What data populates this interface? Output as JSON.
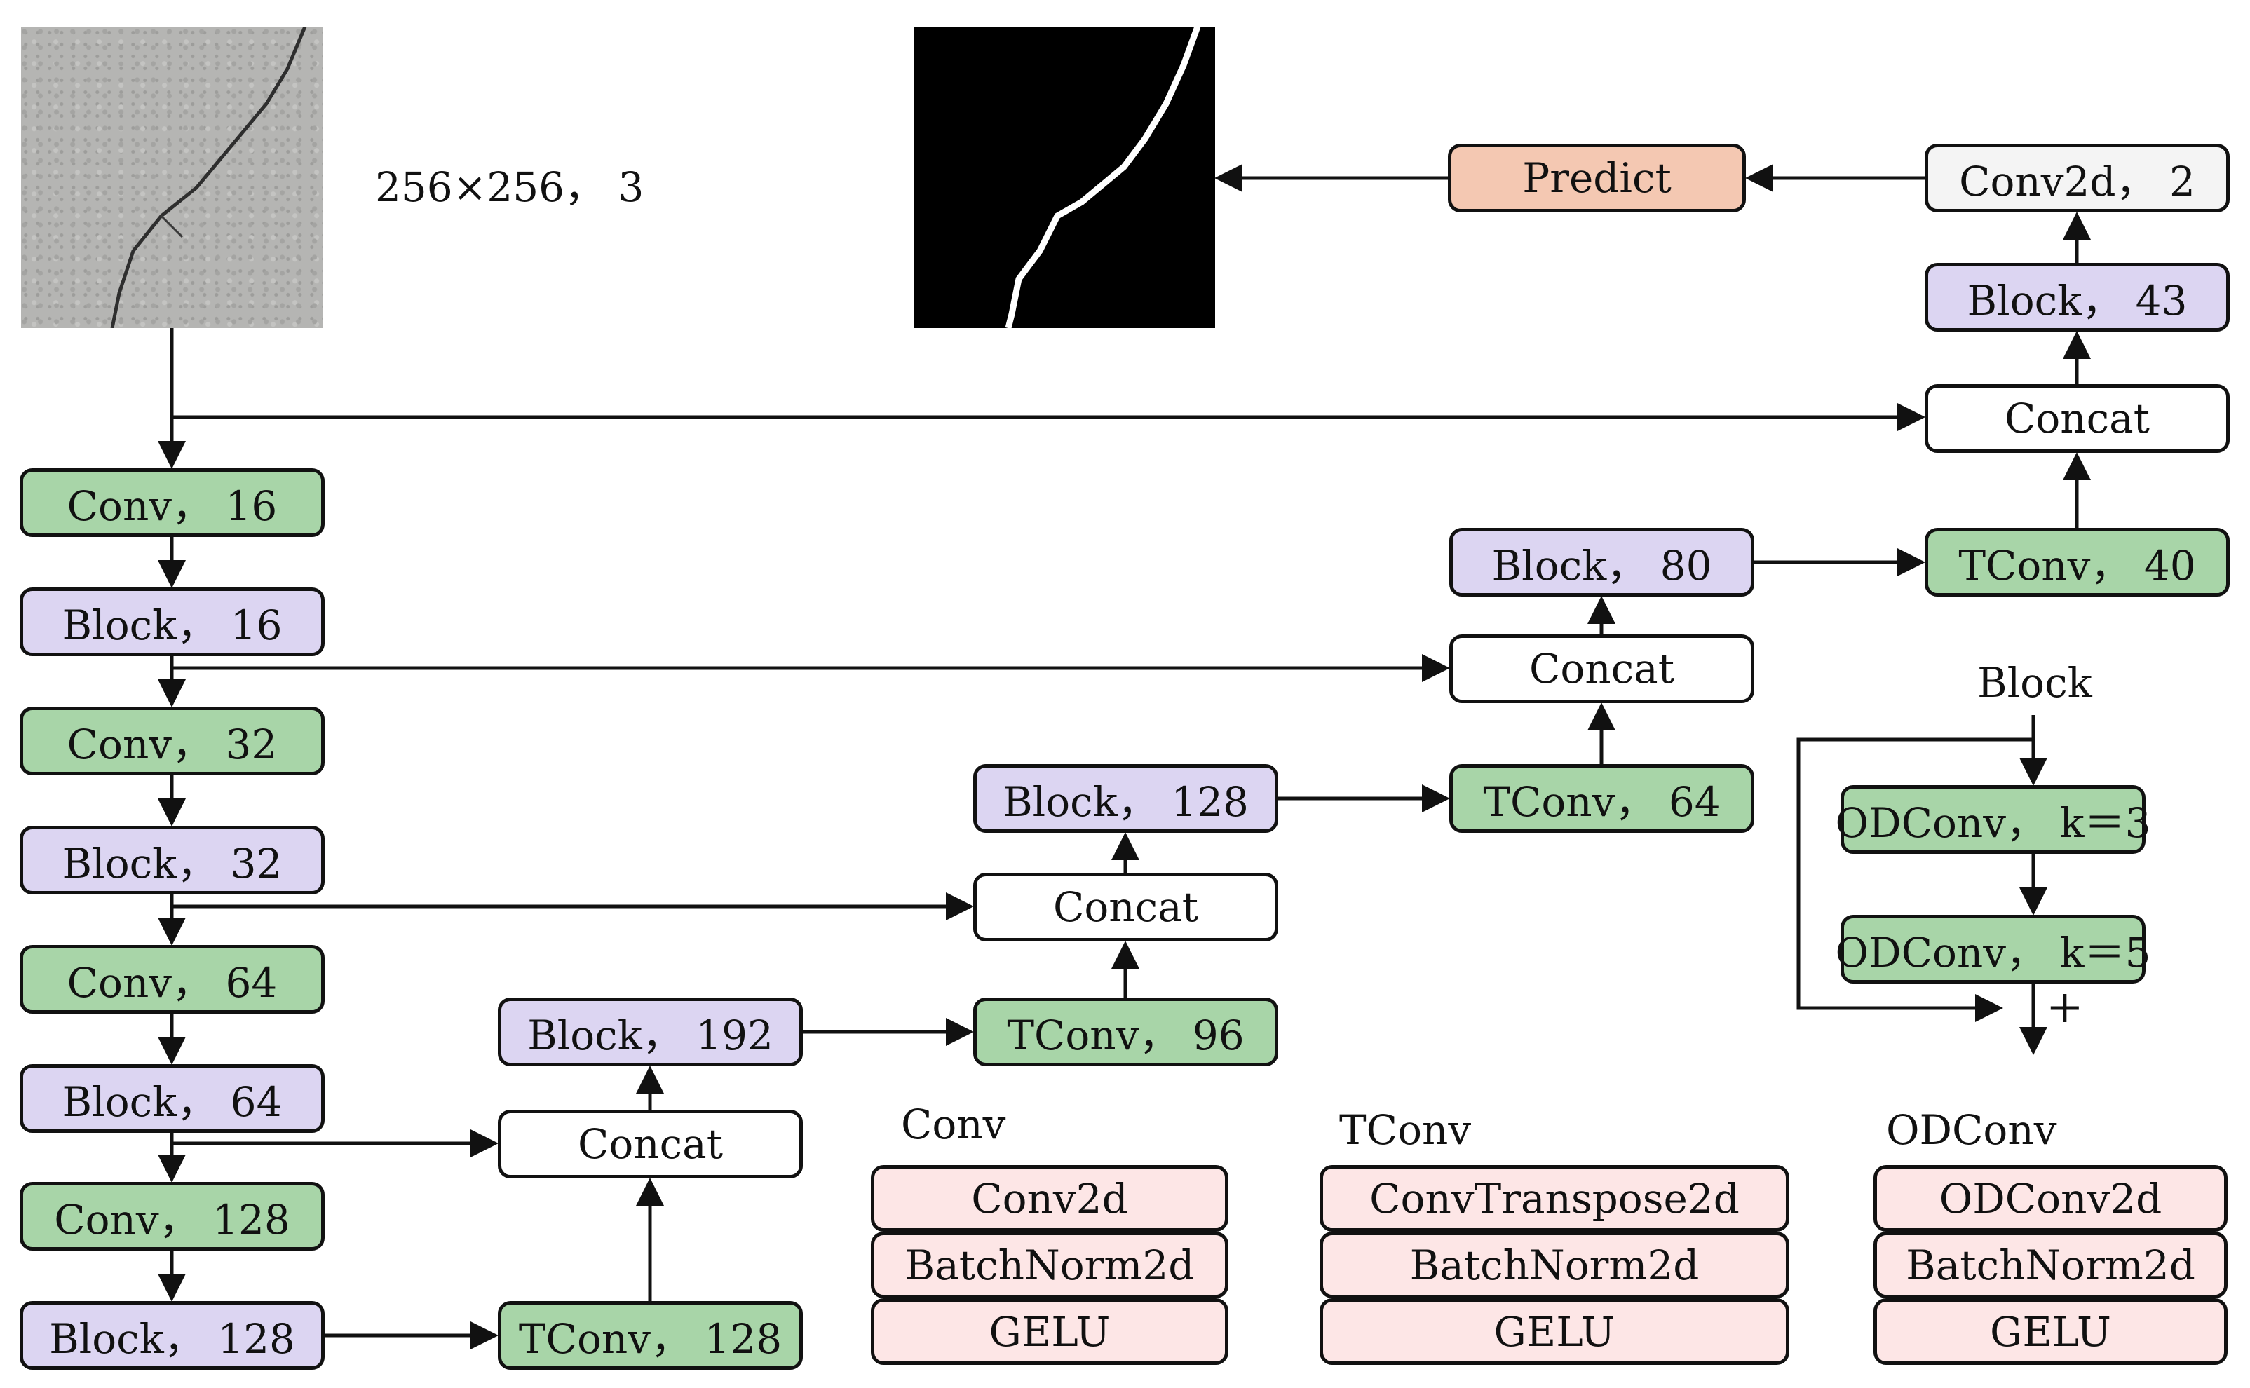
{
  "input_label": "256×256， 3",
  "encoder": [
    {
      "id": "enc-conv-16",
      "text": "Conv， 16",
      "kind": "green"
    },
    {
      "id": "enc-block-16",
      "text": "Block， 16",
      "kind": "lav"
    },
    {
      "id": "enc-conv-32",
      "text": "Conv， 32",
      "kind": "green"
    },
    {
      "id": "enc-block-32",
      "text": "Block， 32",
      "kind": "lav"
    },
    {
      "id": "enc-conv-64",
      "text": "Conv， 64",
      "kind": "green"
    },
    {
      "id": "enc-block-64",
      "text": "Block， 64",
      "kind": "lav"
    },
    {
      "id": "enc-conv-128",
      "text": "Conv， 128",
      "kind": "green"
    },
    {
      "id": "enc-block-128",
      "text": "Block， 128",
      "kind": "lav"
    }
  ],
  "decoder": {
    "tconv_128": "TConv， 128",
    "concat_1": "Concat",
    "block_192": "Block， 192",
    "tconv_96": "TConv， 96",
    "concat_2": "Concat",
    "block_128": "Block， 128",
    "tconv_64": "TConv， 64",
    "concat_3": "Concat",
    "block_80": "Block， 80",
    "tconv_40": "TConv， 40",
    "concat_4": "Concat",
    "block_43": "Block， 43",
    "conv2d_2": "Conv2d， 2",
    "predict": "Predict"
  },
  "block_legend": {
    "title": "Block",
    "odconv_k3": "ODConv， k＝3",
    "odconv_k5": "ODConv， k＝5",
    "plus": "+"
  },
  "legends": {
    "conv": {
      "title": "Conv",
      "items": [
        "Conv2d",
        "BatchNorm2d",
        "GELU"
      ]
    },
    "tconv": {
      "title": "TConv",
      "items": [
        "ConvTranspose2d",
        "BatchNorm2d",
        "GELU"
      ]
    },
    "odconv": {
      "title": "ODConv",
      "items": [
        "ODConv2d",
        "BatchNorm2d",
        "GELU"
      ]
    }
  },
  "colors": {
    "conv_green": "#a8d5a8",
    "block_lavender": "#dcd5f2",
    "predict_peach": "#f4c8b2",
    "legend_pink": "#fde6e6"
  }
}
